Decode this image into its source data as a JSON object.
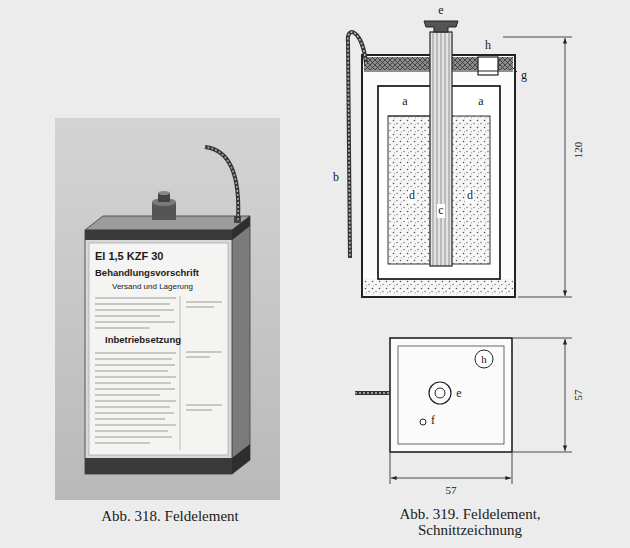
{
  "diagram": {
    "labels": [
      "El 1,5 KZF 30",
      "Behandlungsvorschrift",
      "Versand und Lagerung",
      "Inbetriebsetzung",
      "a",
      "a",
      "b",
      "c",
      "d",
      "d",
      "e",
      "g",
      "h",
      "120",
      "h",
      "e",
      "f",
      "57",
      "57",
      "Abb. 318. Feldelement",
      "Abb. 319. Feldelement, Schnittzeichnung"
    ]
  }
}
